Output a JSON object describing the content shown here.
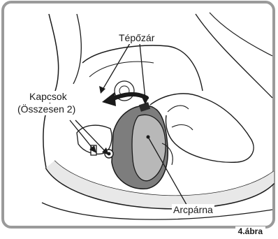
{
  "labels": {
    "tepozar": "Tépőzár",
    "kapcsok_line1": "Kapcsok",
    "kapcsok_line2": "(Összesen 2)",
    "arcparna": "Arcpárna"
  },
  "figure_label": "4.ábra",
  "colors": {
    "frame": "#9a9a9a",
    "line": "#1a1a1a",
    "pad_dark": "#7d7d7d",
    "pad_light": "#b8b8b8",
    "shell_fill": "#ffffff"
  }
}
